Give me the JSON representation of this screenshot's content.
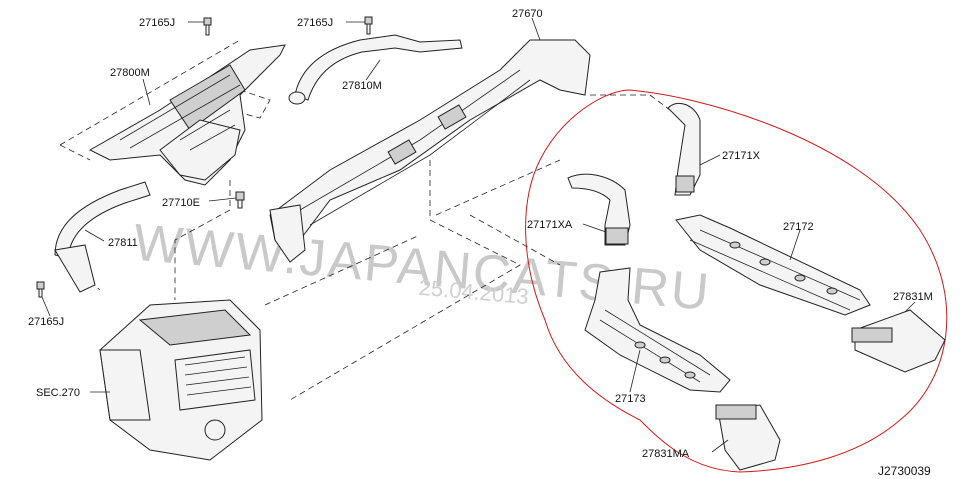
{
  "diagram": {
    "labels": {
      "l27165j_top_left": "27165J",
      "l27165j_top_mid": "27165J",
      "l27670": "27670",
      "l27800m": "27800M",
      "l27810m": "27810M",
      "l27710e": "27710E",
      "l27811": "27811",
      "l27165j_bottom": "27165J",
      "l27171x": "27171X",
      "l27171xa": "27171XA",
      "l27172": "27172",
      "l27831m": "27831M",
      "l27173": "27173",
      "l27831ma": "27831MA",
      "sec270": "SEC.270"
    },
    "watermark": "WWW.JAPANCATS.RU",
    "watermark_date": "25.04.2013",
    "reference_code": "J2730039",
    "highlight_color": "#d11a1a"
  }
}
